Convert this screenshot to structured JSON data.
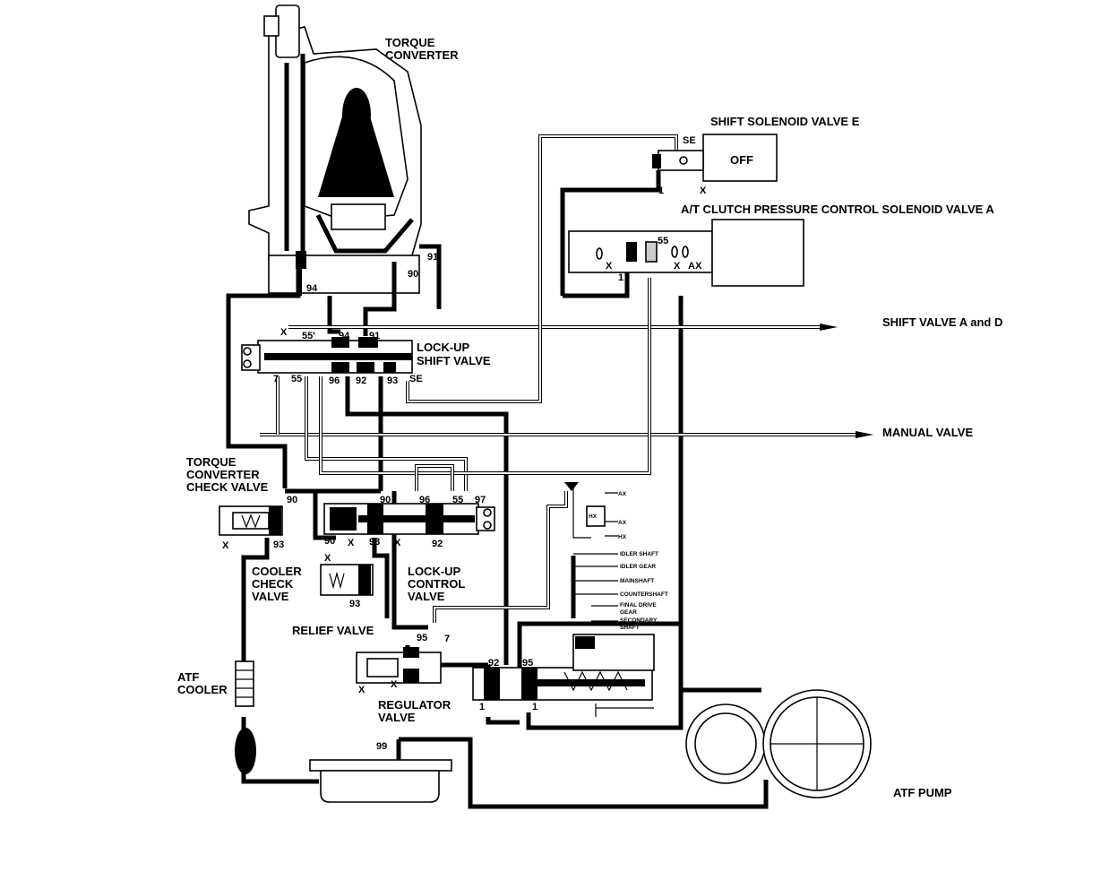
{
  "labels": {
    "torque_converter": [
      "TORQUE",
      "CONVERTER"
    ],
    "shift_solenoid_e": "SHIFT SOLENOID VALVE E",
    "solenoid_state": "OFF",
    "at_clutch_solenoid_a": "A/T CLUTCH PRESSURE CONTROL SOLENOID VALVE A",
    "shift_valve_ad": "SHIFT VALVE A and D",
    "lockup_shift_valve": [
      "LOCK-UP",
      "SHIFT VALVE"
    ],
    "manual_valve": "MANUAL VALVE",
    "tc_check_valve": [
      "TORQUE",
      "CONVERTER",
      "CHECK VALVE"
    ],
    "cooler_check_valve": [
      "COOLER",
      "CHECK",
      "VALVE"
    ],
    "lockup_control_valve": [
      "LOCK-UP",
      "CONTROL",
      "VALVE"
    ],
    "relief_valve": "RELIEF VALVE",
    "atf_cooler": [
      "ATF",
      "COOLER"
    ],
    "regulator_valve": [
      "REGULATOR",
      "VALVE"
    ],
    "atf_pump": "ATF PUMP"
  },
  "lube_points": [
    "IDLER SHAFT",
    "IDLER GEAR",
    "MAINSHAFT",
    "COUNTERSHAFT",
    "FINAL DRIVE",
    "GEAR",
    "SECONDARY",
    "SHAFT"
  ],
  "ports": {
    "p91_tc": "91",
    "p90_tc": "90",
    "p94_tc": "94",
    "se_top": "SE",
    "x_sol": "X",
    "one_sol": "1",
    "p55_sol": "55",
    "x_a": "X",
    "one_a": "1",
    "x_a2": "X",
    "ax_a": "AX",
    "x_sh": "X",
    "p55p": "55'",
    "p94_sh": "94",
    "p91_sh": "91",
    "p7_sh": "7",
    "p55_sh": "55",
    "p96_sh": "96",
    "p92_sh": "92",
    "p93_sh": "93",
    "se_sh": "SE",
    "p90_ck": "90",
    "x_ck": "X",
    "p93_ck": "93",
    "p90_lc": "90",
    "p96_lc": "96",
    "p55_lc": "55",
    "p97_lc": "97",
    "p90_lc2": "90",
    "x_lc": "X",
    "p93_lc": "93",
    "x_lc2": "X",
    "p92_lc": "92",
    "x_cc": "X",
    "p93_cc": "93",
    "ax1": "AX",
    "hx1": "HX",
    "ax2": "AX",
    "hx2": "HX",
    "p95_rv": "95",
    "p7_rv": "7",
    "x_rv": "X",
    "x_rv2": "X",
    "p92_rg": "92",
    "p95_rg": "95",
    "one_rg": "1",
    "one_rg2": "1",
    "p99": "99"
  },
  "colors": {
    "line": "#000000",
    "background": "#ffffff"
  }
}
